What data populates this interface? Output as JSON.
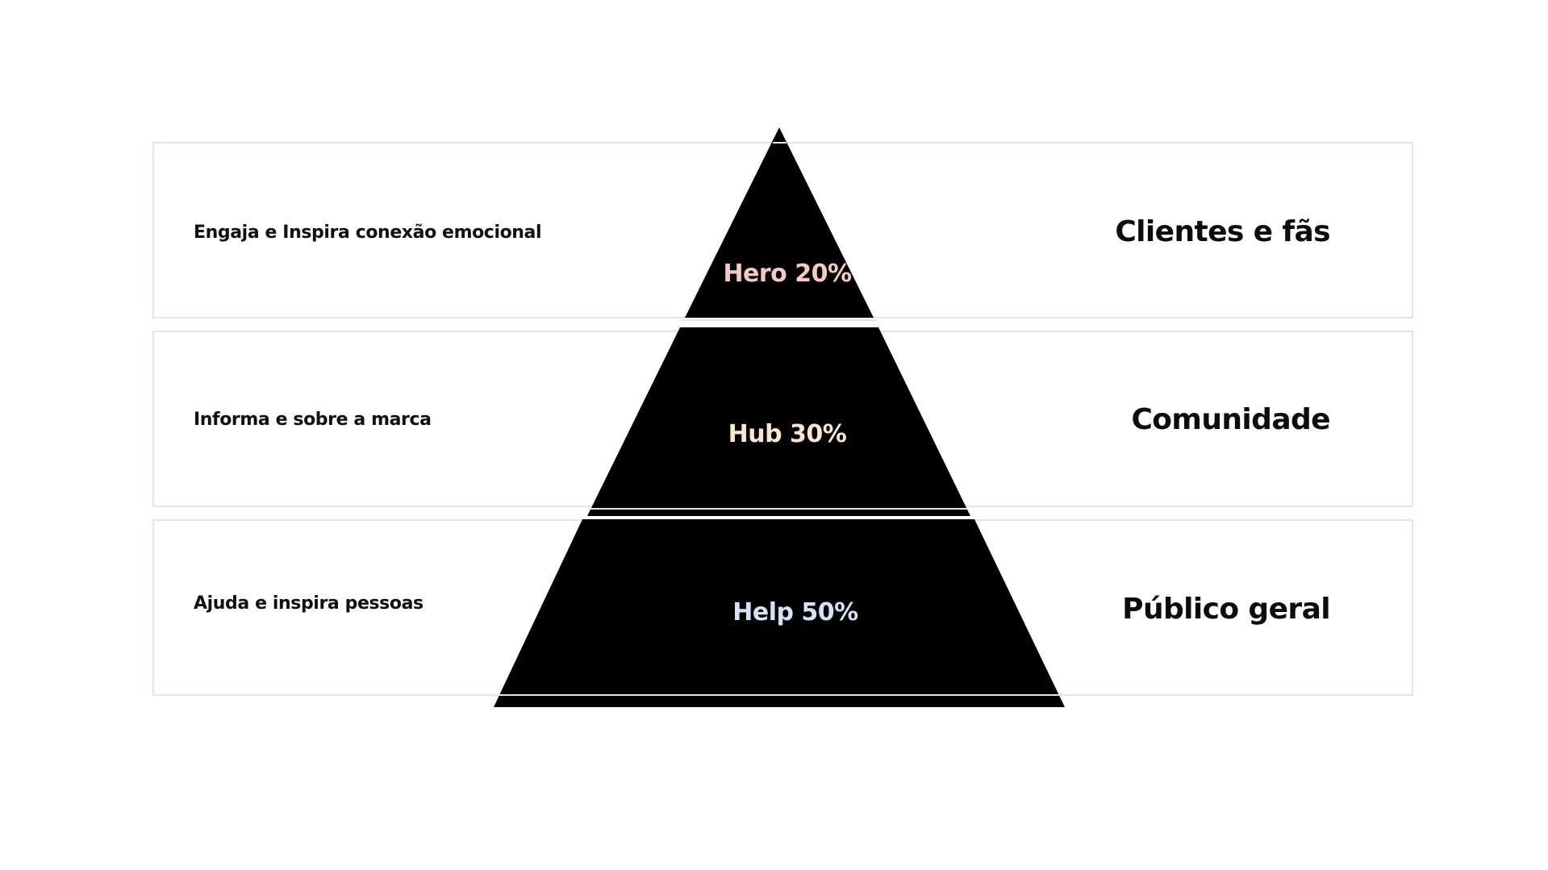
{
  "levels": [
    {
      "label": "Hero 20%",
      "label_color": "#f6c9c2",
      "description": "Engaja e Inspira conexão emocional",
      "audience": "Clientes e fãs"
    },
    {
      "label": "Hub 30%",
      "label_color": "#fbe7cf",
      "description": "Informa e sobre a marca",
      "audience": "Comunidade"
    },
    {
      "label": "Help 50%",
      "label_color": "#d6e2f7",
      "description": "Ajuda e inspira pessoas",
      "audience": "Público geral"
    }
  ],
  "colors": {
    "pyramid_fill": "#000000",
    "row_border": "#dfe6f3",
    "text_dark": "#111111"
  }
}
